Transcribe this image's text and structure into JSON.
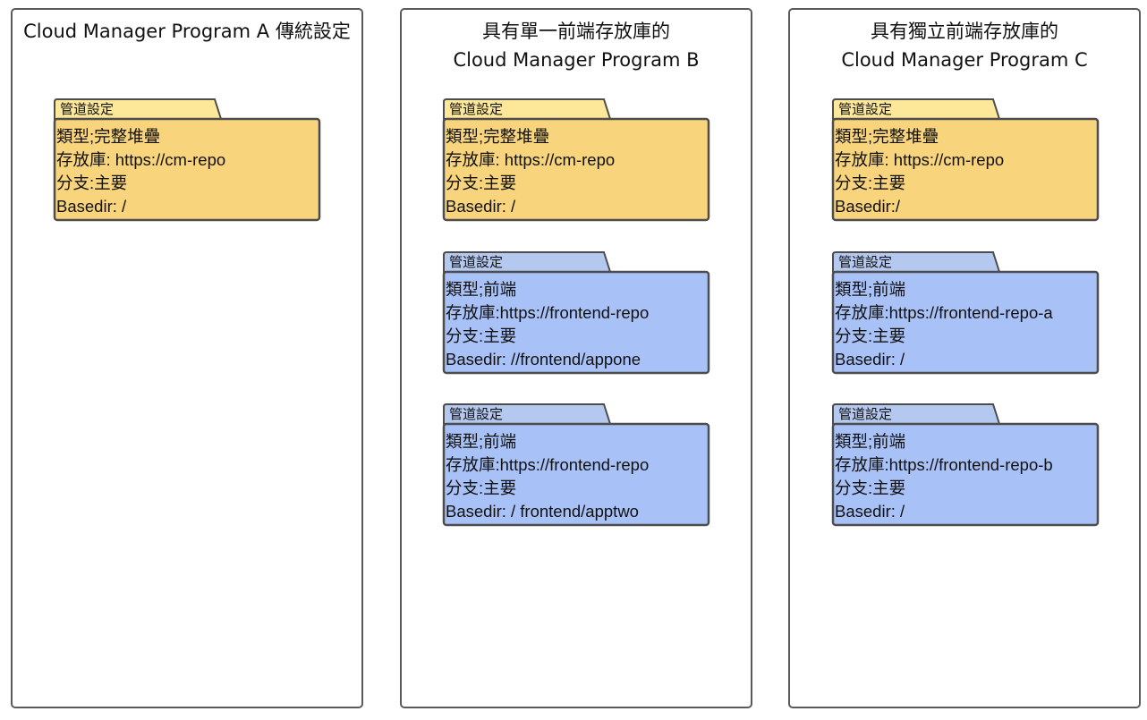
{
  "colors": {
    "yellow_tab": "#fde89a",
    "yellow_body": "#f8d47c",
    "blue_tab": "#b4c8f0",
    "blue_body": "#a8c1f7",
    "stroke": "#4d4d4d"
  },
  "panels": [
    {
      "title": "Cloud Manager Program A 傳統設定",
      "packages": [
        {
          "label": "管道設定",
          "color": "yellow",
          "lines": [
            "類型;完整堆疊",
            "存放庫: https://cm-repo",
            "分支:主要",
            "Basedir: /"
          ]
        }
      ]
    },
    {
      "title": "具有單一前端存放庫的\nCloud Manager Program B",
      "packages": [
        {
          "label": "管道設定",
          "color": "yellow",
          "lines": [
            "類型;完整堆疊",
            "存放庫: https://cm-repo",
            "分支:主要",
            "Basedir: /"
          ]
        },
        {
          "label": "管道設定",
          "color": "blue",
          "lines": [
            "類型;前端",
            "存放庫:https://frontend-repo",
            "分支:主要",
            "Basedir: //frontend/appone"
          ]
        },
        {
          "label": "管道設定",
          "color": "blue",
          "lines": [
            "類型;前端",
            "存放庫:https://frontend-repo",
            "分支:主要",
            "Basedir: /  frontend/apptwo"
          ]
        }
      ]
    },
    {
      "title": "具有獨立前端存放庫的\nCloud Manager Program C",
      "packages": [
        {
          "label": "管道設定",
          "color": "yellow",
          "lines": [
            "類型;完整堆疊",
            "存放庫: https://cm-repo",
            "分支:主要",
            "Basedir:/"
          ]
        },
        {
          "label": "管道設定",
          "color": "blue",
          "lines": [
            "類型;前端",
            "存放庫:https://frontend-repo-a",
            "分支:主要",
            "Basedir: /"
          ]
        },
        {
          "label": "管道設定",
          "color": "blue",
          "lines": [
            "類型;前端",
            "存放庫:https://frontend-repo-b",
            "分支:主要",
            "Basedir: /"
          ]
        }
      ]
    }
  ]
}
